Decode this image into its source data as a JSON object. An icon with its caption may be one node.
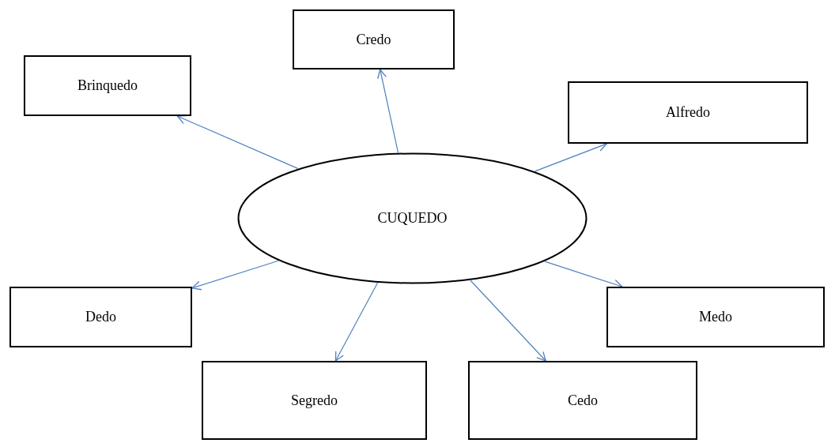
{
  "diagram": {
    "nodes": [
      {
        "text": [
          "Credo"
        ]
      },
      {
        "text": [
          "Brinquedo"
        ]
      },
      {
        "text": [
          "Alfredo"
        ]
      },
      {
        "text": [
          "CUQUEDO"
        ]
      },
      {
        "text": [
          "Dedo"
        ]
      },
      {
        "text": [
          "Medo"
        ]
      },
      {
        "text": [
          "Segredo"
        ]
      },
      {
        "text": [
          "Cedo"
        ]
      }
    ],
    "edges": [
      {
        "from": 3,
        "to": 0,
        "arrow": "to"
      },
      {
        "from": 3,
        "to": 1,
        "arrow": "to"
      },
      {
        "from": 3,
        "to": 2,
        "arrow": "to"
      },
      {
        "from": 3,
        "to": 4,
        "arrow": "to"
      },
      {
        "from": 3,
        "to": 5,
        "arrow": "to"
      },
      {
        "from": 3,
        "to": 6,
        "arrow": "to"
      },
      {
        "from": 3,
        "to": 7,
        "arrow": "to"
      }
    ]
  }
}
